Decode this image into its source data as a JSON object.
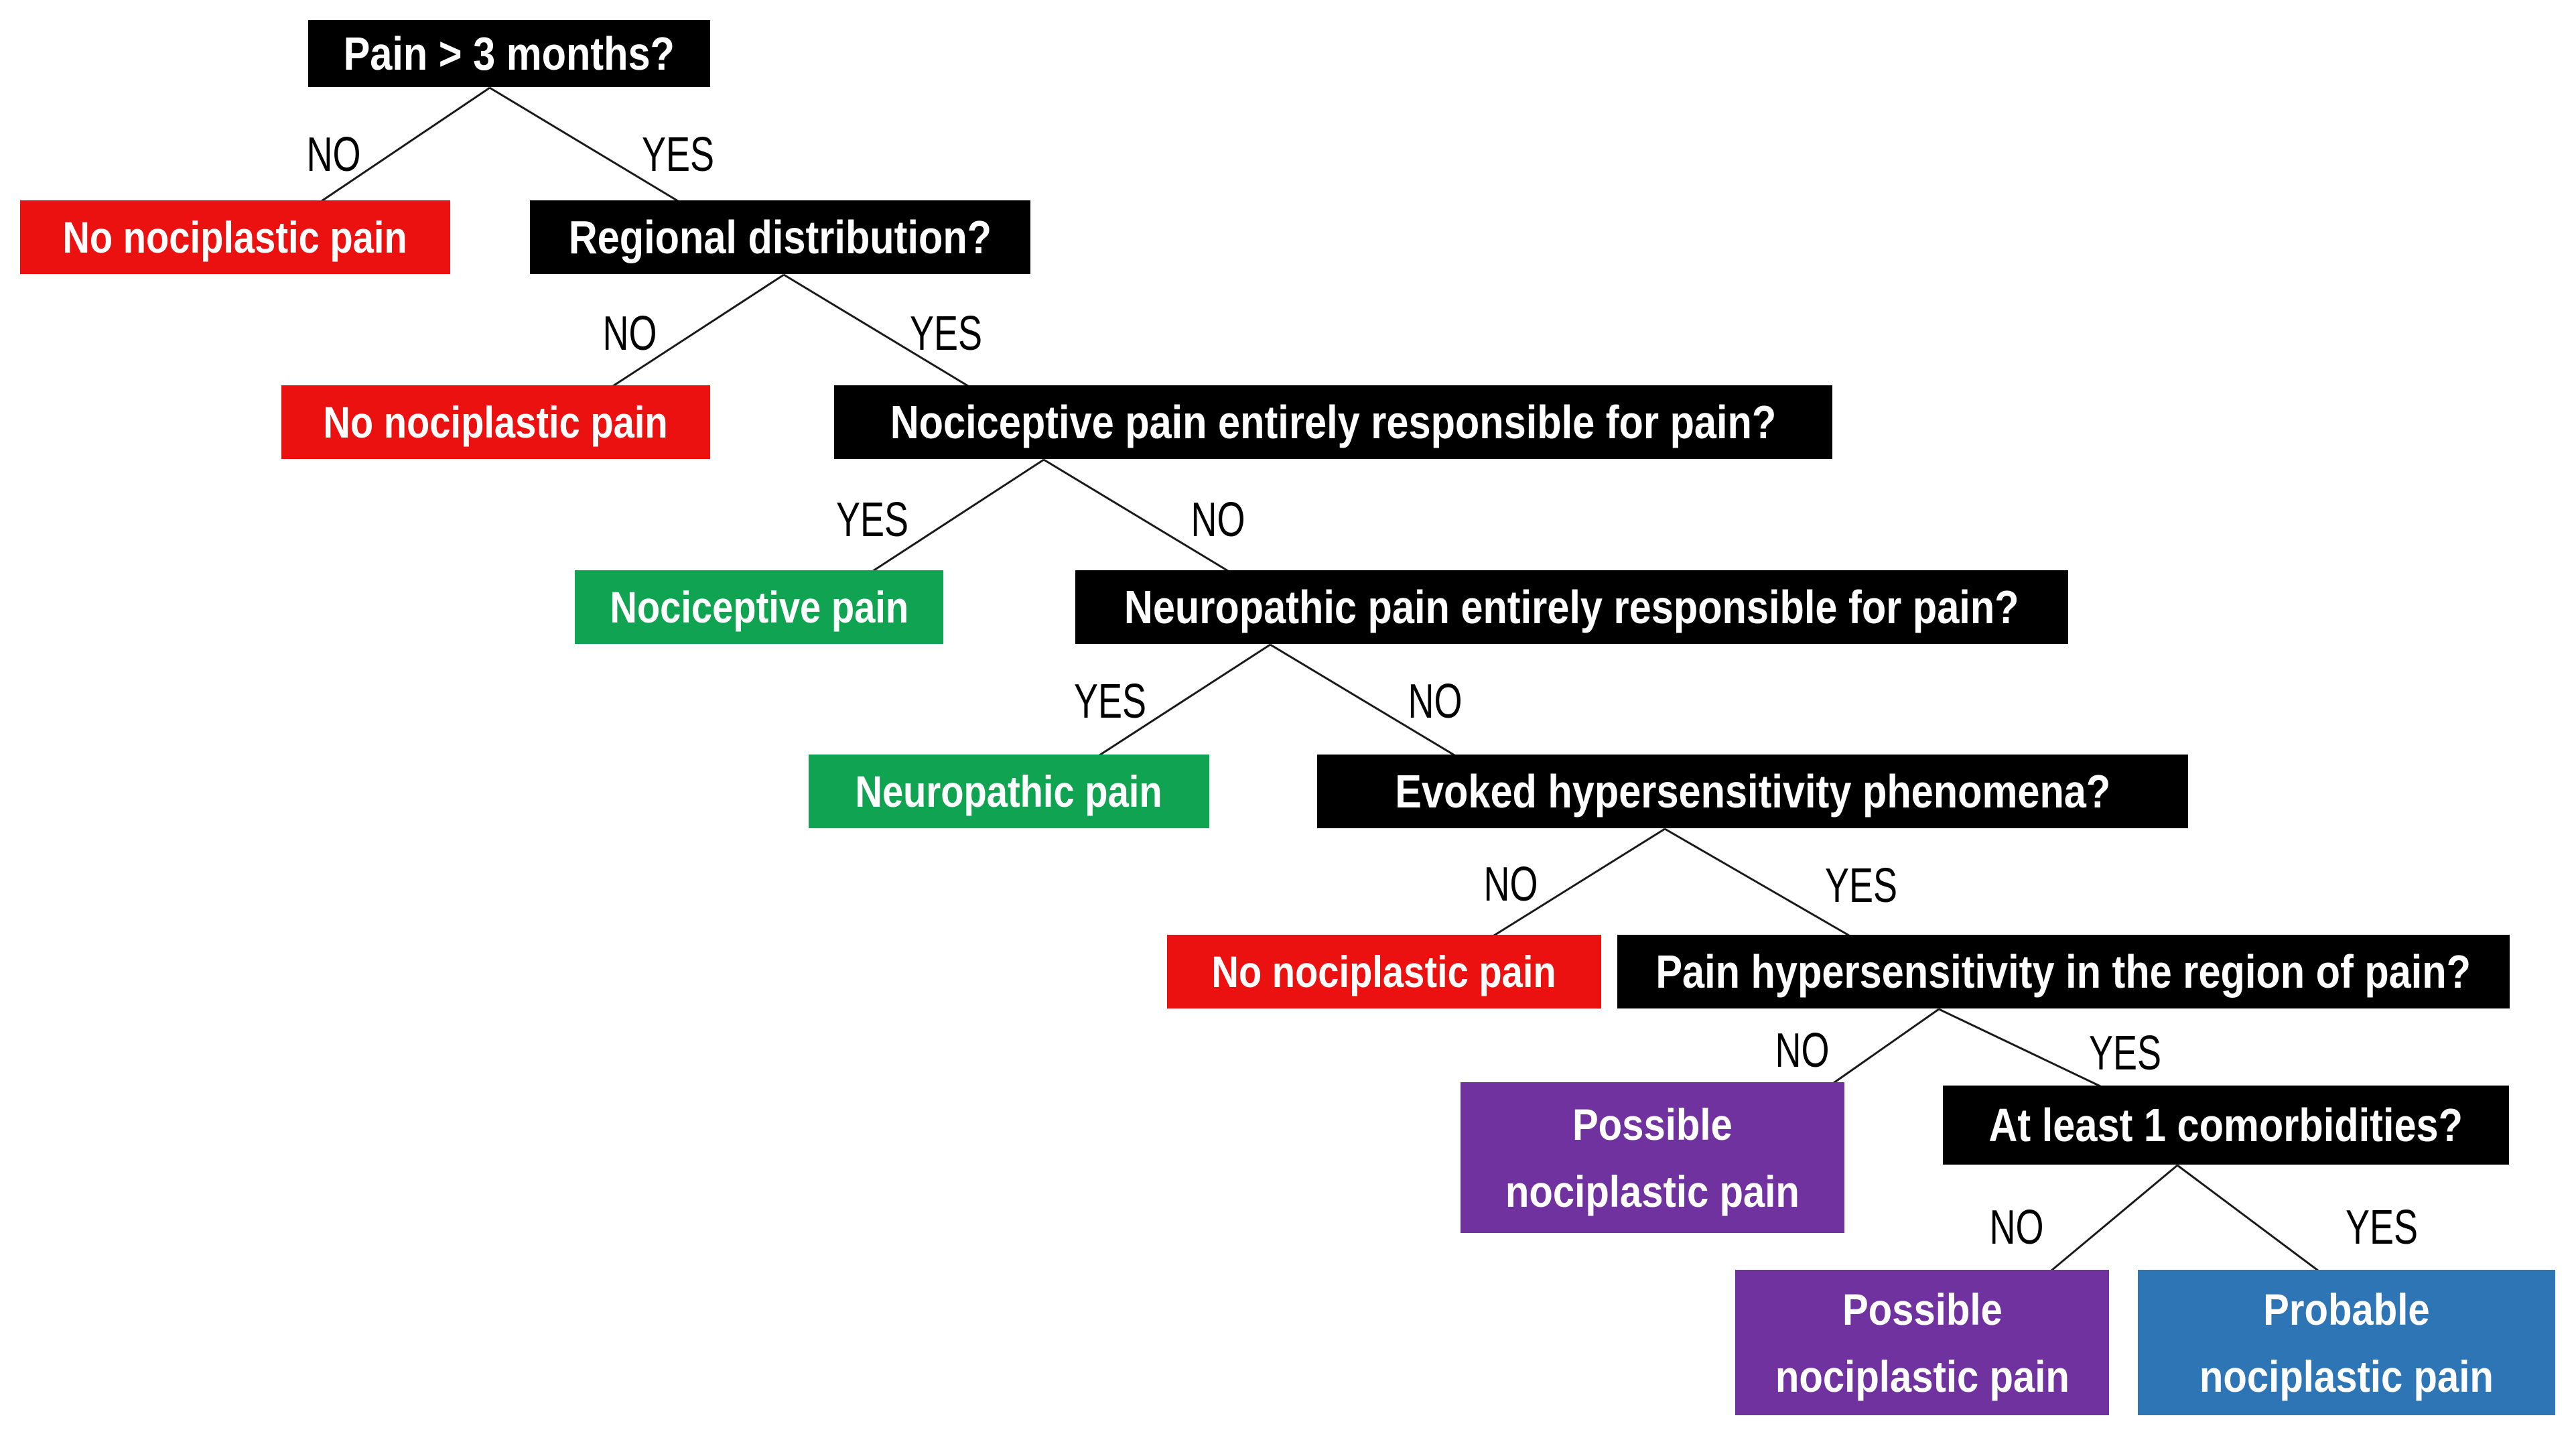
{
  "colors": {
    "question_bg": "#000000",
    "question_text": "#FFFFFF",
    "outcome_text": "#FFFFFF",
    "no_nociplastic_bg": "#EC1111",
    "definite_pain_bg": "#10A351",
    "possible_bg": "#6F329F",
    "probable_bg": "#2E75B6",
    "line_color": "#1A1A1A",
    "branch_label_color": "#000000"
  },
  "tree": {
    "labels": {
      "no": "NO",
      "yes": "YES"
    },
    "questions": [
      {
        "id": "q1",
        "label": "Pain > 3 months?",
        "no_target": "No nociplastic pain",
        "yes_target": "Regional distribution?"
      },
      {
        "id": "q2",
        "label": "Regional distribution?",
        "no_target": "No nociplastic pain",
        "yes_target": "Nociceptive pain entirely responsible for pain?"
      },
      {
        "id": "q3",
        "label": "Nociceptive pain entirely responsible for pain?",
        "yes_target": "Nociceptive pain",
        "no_target": "Neuropathic pain entirely responsible for pain?"
      },
      {
        "id": "q4",
        "label": "Neuropathic pain entirely responsible for pain?",
        "yes_target": "Neuropathic pain",
        "no_target": "Evoked hypersensitivity phenomena?"
      },
      {
        "id": "q5",
        "label": "Evoked hypersensitivity phenomena?",
        "no_target": "No nociplastic pain",
        "yes_target": "Pain hypersensitivity in the region of pain?"
      },
      {
        "id": "q6",
        "label": "Pain hypersensitivity in the region of pain?",
        "no_target": "Possible nociplastic pain",
        "yes_target": "At least 1 comorbidities?"
      },
      {
        "id": "q7",
        "label": "At least 1 comorbidities?",
        "no_target": "Possible nociplastic pain",
        "yes_target": "Probable nociplastic pain"
      }
    ],
    "branch_rows": [
      {
        "left": "NO",
        "right": "YES"
      },
      {
        "left": "NO",
        "right": "YES"
      },
      {
        "left": "YES",
        "right": "NO"
      },
      {
        "left": "YES",
        "right": "NO"
      },
      {
        "left": "NO",
        "right": "YES"
      },
      {
        "left": "NO",
        "right": "YES"
      },
      {
        "left": "NO",
        "right": "YES"
      }
    ],
    "outcomes": [
      {
        "label": "No nociplastic pain"
      },
      {
        "label": "No nociplastic pain"
      },
      {
        "label": "Nociceptive pain"
      },
      {
        "label": "Neuropathic pain"
      },
      {
        "label": "No nociplastic pain"
      },
      {
        "label": "Possible nociplastic pain",
        "line1": "Possible",
        "line2": "nociplastic pain"
      },
      {
        "label": "Possible nociplastic pain",
        "line1": "Possible",
        "line2": "nociplastic pain"
      },
      {
        "label": "Probable nociplastic pain",
        "line1": "Probable",
        "line2": "nociplastic pain"
      }
    ]
  }
}
